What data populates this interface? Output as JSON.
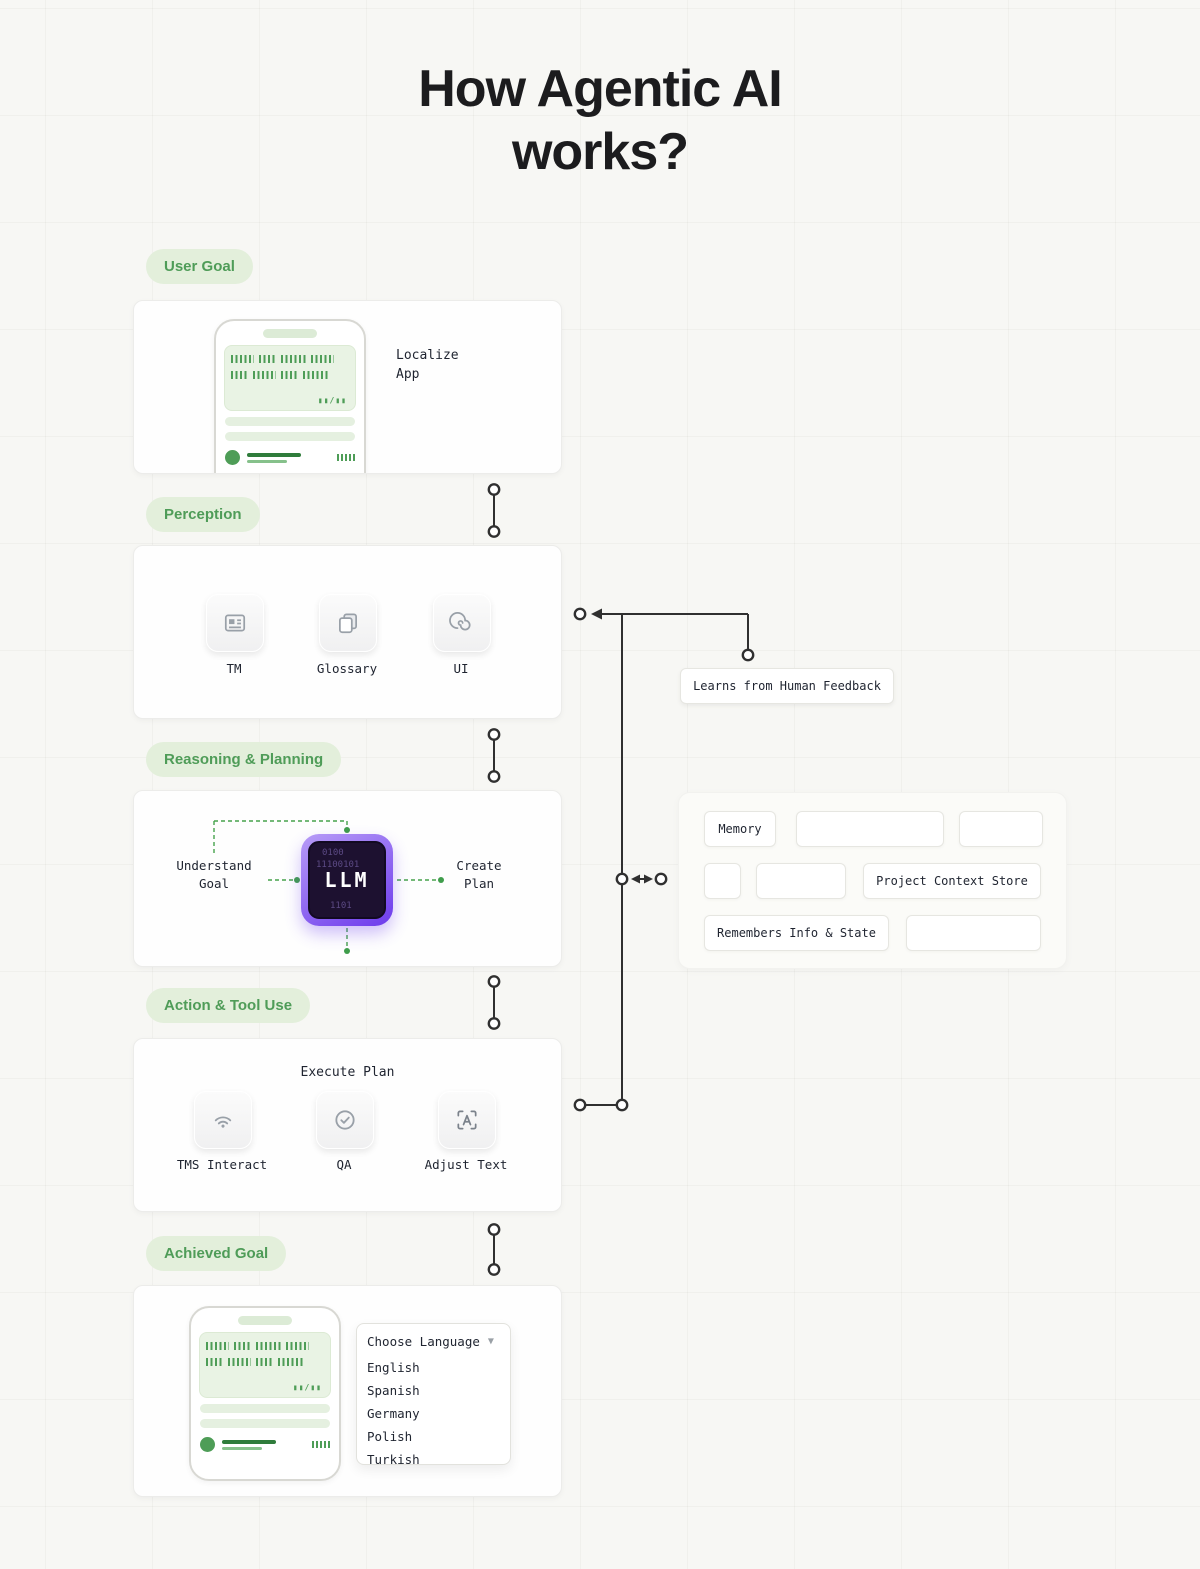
{
  "header": {
    "title_line1": "How Agentic AI",
    "title_line2": "works?"
  },
  "user_goal": {
    "badge": "User Goal",
    "app_label": "Localize\nApp"
  },
  "phone": {
    "meter": "▮▮/▮▮"
  },
  "perception": {
    "badge": "Perception",
    "items": [
      {
        "label": "TM",
        "icon": "tm-document-icon"
      },
      {
        "label": "Glossary",
        "icon": "glossary-book-icon"
      },
      {
        "label": "UI",
        "icon": "ui-swirl-icon"
      }
    ]
  },
  "feedback": {
    "label": "Learns from Human Feedback"
  },
  "reasoning": {
    "badge": "Reasoning & Planning",
    "understand_label": "Understand\nGoal",
    "chip_label": "LLM",
    "chip_digits_top": "0100",
    "chip_digits_mid": "11100101",
    "chip_digits_bottom": "1101",
    "create_label": "Create\nPlan"
  },
  "memory": {
    "memory_label": "Memory",
    "context_label": "Project Context Store",
    "remembers_label": "Remembers Info & State"
  },
  "action": {
    "badge": "Action & Tool Use",
    "title": "Execute Plan",
    "items": [
      {
        "label": "TMS Interact",
        "icon": "tms-signal-icon"
      },
      {
        "label": "QA",
        "icon": "qa-check-icon"
      },
      {
        "label": "Adjust Text",
        "icon": "adjust-text-icon"
      }
    ]
  },
  "achieved": {
    "badge": "Achieved Goal",
    "dropdown": {
      "label": "Choose Language",
      "options": [
        "English",
        "Spanish",
        "Germany",
        "Polish",
        "Turkish"
      ]
    }
  }
}
